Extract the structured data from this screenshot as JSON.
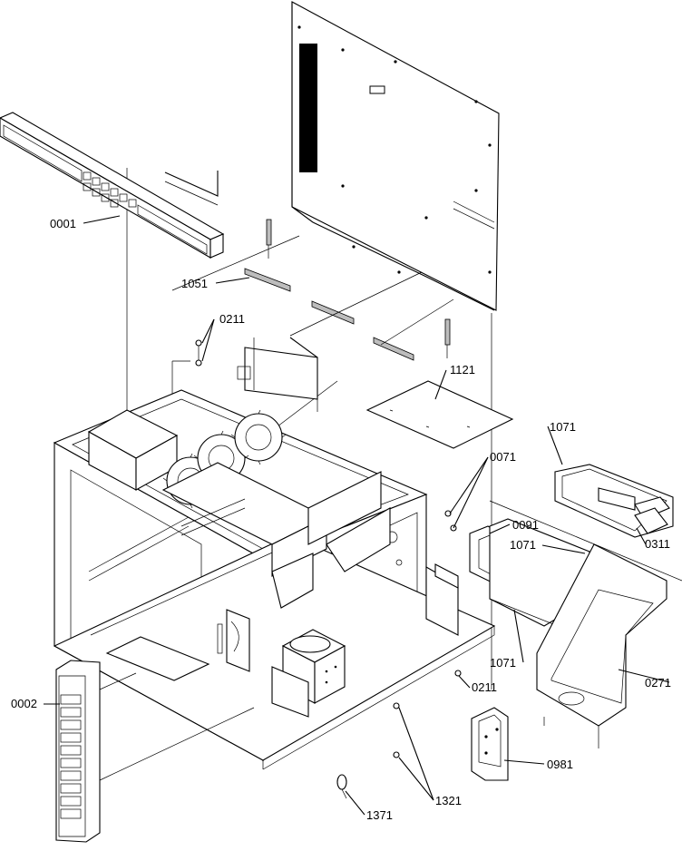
{
  "diagram": {
    "callouts": [
      {
        "id": "0001",
        "label": "0001"
      },
      {
        "id": "1051",
        "label": "1051"
      },
      {
        "id": "0211a",
        "label": "0211"
      },
      {
        "id": "1121",
        "label": "1121"
      },
      {
        "id": "1071a",
        "label": "1071"
      },
      {
        "id": "0071",
        "label": "0071"
      },
      {
        "id": "0091",
        "label": "0091"
      },
      {
        "id": "0311",
        "label": "0311"
      },
      {
        "id": "1071b",
        "label": "1071"
      },
      {
        "id": "1071c",
        "label": "1071"
      },
      {
        "id": "0271",
        "label": "0271"
      },
      {
        "id": "0211b",
        "label": "0211"
      },
      {
        "id": "0002",
        "label": "0002"
      },
      {
        "id": "0981",
        "label": "0981"
      },
      {
        "id": "1321",
        "label": "1321"
      },
      {
        "id": "1371",
        "label": "1371"
      }
    ]
  }
}
